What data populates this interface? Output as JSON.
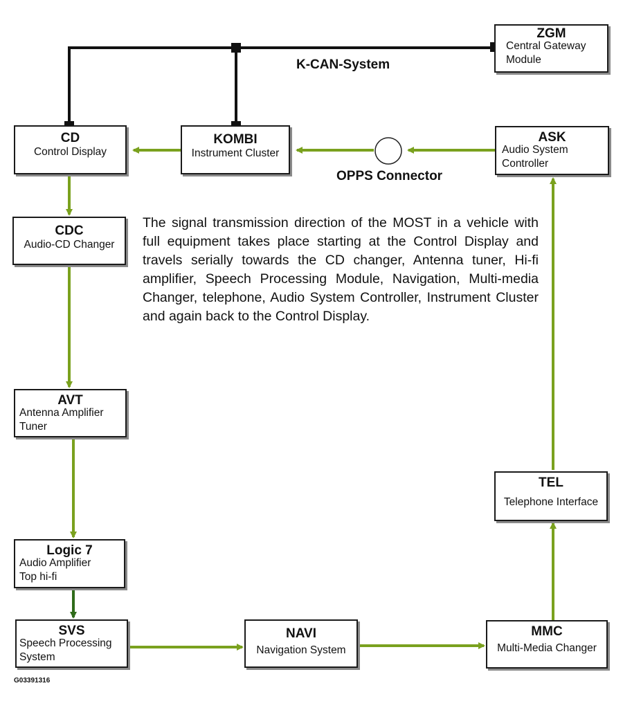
{
  "nodes": {
    "zgm": {
      "abbr": "ZGM",
      "desc": [
        "Central Gateway",
        "Module"
      ]
    },
    "cd": {
      "abbr": "CD",
      "desc": [
        "Control Display"
      ]
    },
    "kombi": {
      "abbr": "KOMBI",
      "desc": [
        "Instrument Cluster"
      ]
    },
    "ask": {
      "abbr": "ASK",
      "desc": [
        "Audio System",
        "Controller"
      ]
    },
    "cdc": {
      "abbr": "CDC",
      "desc": [
        "Audio-CD Changer"
      ]
    },
    "avt": {
      "abbr": "AVT",
      "desc": [
        "Antenna Amplifier",
        "Tuner"
      ]
    },
    "logic7": {
      "abbr": "Logic 7",
      "desc": [
        "Audio Amplifier",
        "Top hi-fi"
      ]
    },
    "svs": {
      "abbr": "SVS",
      "desc": [
        "Speech Processing",
        "System"
      ]
    },
    "navi": {
      "abbr": "NAVI",
      "desc": [
        "Navigation System"
      ]
    },
    "mmc": {
      "abbr": "MMC",
      "desc": [
        "Multi-Media Changer"
      ]
    },
    "tel": {
      "abbr": "TEL",
      "desc": [
        "Telephone Interface"
      ]
    }
  },
  "bus_label": "K-CAN-System",
  "connector_label": "OPPS Connector",
  "description": "The signal transmission direction of the MOST in a vehicle with full equipment takes place starting at the Control Display and travels serially towards the CD changer, Antenna tuner, Hi-fi amplifier, Speech Processing Module, Navigation, Multi-media Changer, telephone, Audio System Controller, Instrument Cluster and again back to the Control Display.",
  "figure_id": "G03391316",
  "colors": {
    "most_line": "#7aa11e",
    "most_line_dark": "#2f6b1a",
    "kcan_line": "#111111",
    "box_border": "#1a1a1a",
    "box_shadow": "#8a8a8a"
  }
}
